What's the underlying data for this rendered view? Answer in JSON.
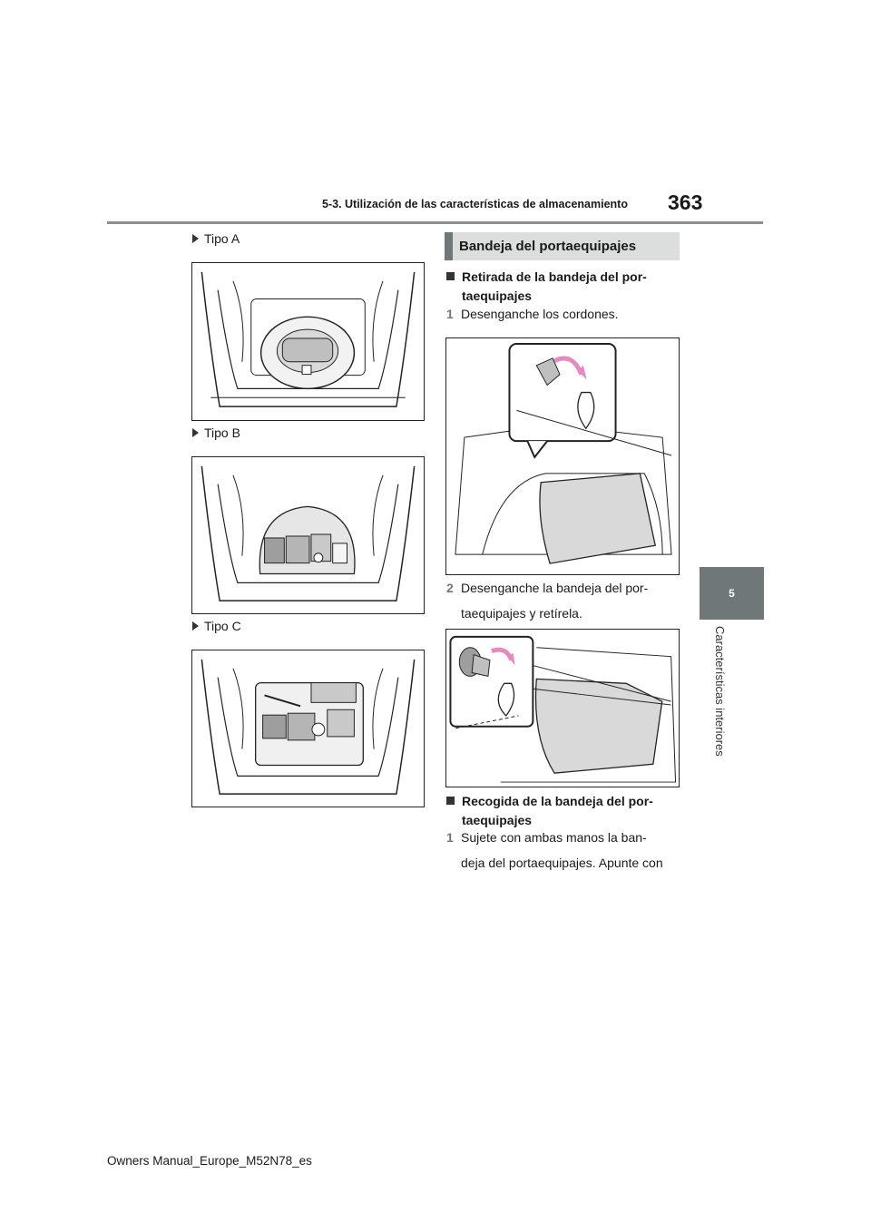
{
  "header": {
    "section_title": "5-3. Utilización de las características de almacenamiento",
    "page_number": "363"
  },
  "side_tab": {
    "chapter": "5",
    "label": "Características interiores"
  },
  "left": {
    "captions": [
      "Tipo A",
      "Tipo B",
      "Tipo C"
    ]
  },
  "right": {
    "section_heading": "Bandeja del portaequipajes",
    "sub1": "Retirada de la bandeja del portaequipajes",
    "sub1_line1": "Retirada de la bandeja del por-",
    "sub1_line2": "taequipajes",
    "step1_num": "1",
    "step1_text": "Desenganche los cordones.",
    "step2_num": "2",
    "step2_line1": "Desenganche la bandeja del por-",
    "step2_line2": "taequipajes y retírela.",
    "sub2_line1": "Recogida de la bandeja del por-",
    "sub2_line2": "taequipajes",
    "step3_num": "1",
    "step3_line1": "Sujete con ambas manos la ban-",
    "step3_line2": "deja del portaequipajes. Apunte con"
  },
  "footer": {
    "text": "Owners Manual_Europe_M52N78_es"
  },
  "colors": {
    "accent_gray": "#6f7779",
    "heading_bg": "#dcdedd",
    "arrow_pink": "#e58ac0"
  }
}
